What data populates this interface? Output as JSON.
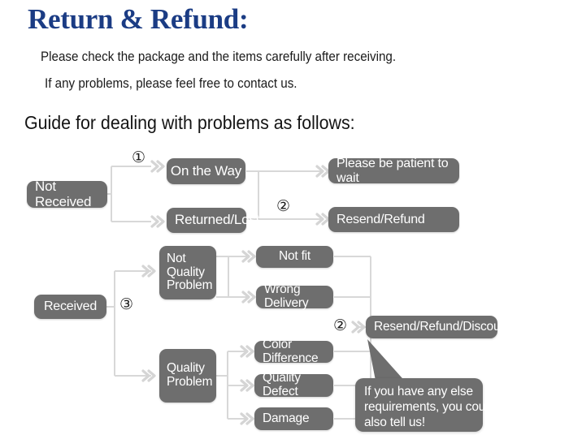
{
  "header": {
    "title": "Return & Refund:",
    "line1": "Please check the package and the items carefully after receiving.",
    "line2": "If any problems, please feel free to contact us.",
    "guide": "Guide for dealing with problems as follows:"
  },
  "colors": {
    "title": "#1b3c84",
    "node_fill": "#6e6e6e",
    "node_text": "#ffffff",
    "connector": "#d5d5d5",
    "body_text": "#1a1a1a",
    "background": "#ffffff"
  },
  "flowchart": {
    "nodes": [
      {
        "id": "not-received",
        "label": "Not Received"
      },
      {
        "id": "on-the-way",
        "label": "On the Way"
      },
      {
        "id": "returned-lost",
        "label": "Returned/Lost"
      },
      {
        "id": "be-patient",
        "label": "Please be patient to wait"
      },
      {
        "id": "resend-refund",
        "label": "Resend/Refund"
      },
      {
        "id": "received",
        "label": "Received"
      },
      {
        "id": "not-quality-problem",
        "label": "Not\nQuality\nProblem",
        "lines": [
          "Not",
          "Quality",
          "Problem"
        ]
      },
      {
        "id": "quality-problem",
        "label": "Quality\nProblem",
        "lines": [
          "Quality",
          "Problem"
        ]
      },
      {
        "id": "not-fit",
        "label": "Not fit"
      },
      {
        "id": "wrong-delivery",
        "label": "Wrong Delivery"
      },
      {
        "id": "color-difference",
        "label": "Color Difference"
      },
      {
        "id": "quality-defect",
        "label": "Quality Defect"
      },
      {
        "id": "damage",
        "label": "Damage"
      },
      {
        "id": "resend-refund-discount",
        "label": "Resend/Refund/Discount"
      }
    ],
    "markers": [
      {
        "id": "marker-1-top",
        "label": "①"
      },
      {
        "id": "marker-2-top",
        "label": "②"
      },
      {
        "id": "marker-3-bottom",
        "label": "③"
      },
      {
        "id": "marker-2-bottom",
        "label": "②"
      }
    ]
  },
  "callout": {
    "line1": "If you have any else",
    "line2": "requirements, you could",
    "line3": "also tell us!"
  }
}
